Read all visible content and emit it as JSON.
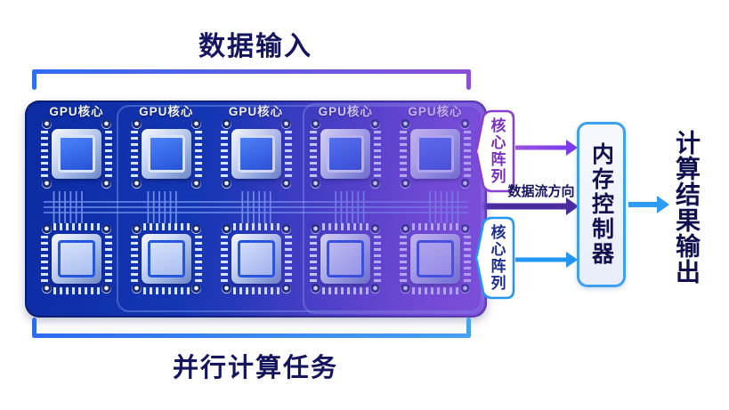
{
  "diagram": {
    "input_title": "数据输入",
    "task_title": "并行计算任务",
    "board": {
      "core_label": "GPU核心",
      "rows": 2,
      "cols": 5
    },
    "core_array_top": "核心阵列",
    "core_array_bottom": "核心阵列",
    "data_flow_label": "数据流方向",
    "memory_controller_label": "内存控制器",
    "output_label": "计算结果输出",
    "colors": {
      "title_text": "#15155e",
      "top_bracket_start": "#2f6df2",
      "top_bracket_end": "#8a4fd8",
      "bottom_bracket_start": "#2e6bf0",
      "bottom_bracket_end": "#45a2f2",
      "board_blue": "#0b2ba2",
      "board_purple": "#7b4fd8",
      "core_array_top_accent": "#8b3fd0",
      "core_array_bottom_accent": "#2196f3",
      "flow_arrow": "#4b2da0",
      "top_arrow": "#7c3aed",
      "bottom_arrow": "#2196f3",
      "output_arrow": "#2e9bf5",
      "controller_border": "#3da0f0"
    }
  }
}
